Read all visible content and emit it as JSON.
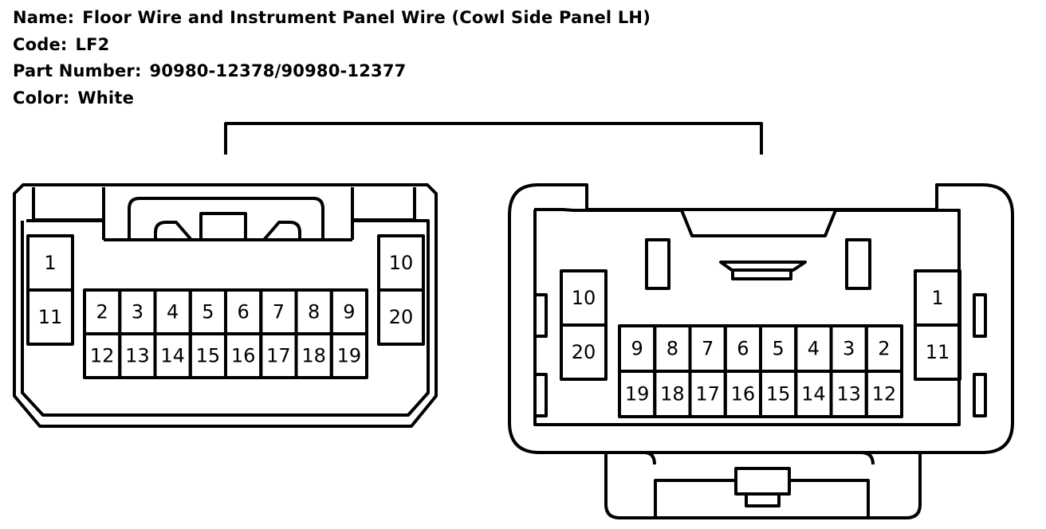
{
  "info": {
    "name_label": "Name:",
    "name_value": "Floor Wire and Instrument Panel Wire (Cowl Side Panel LH)",
    "code_label": "Code:",
    "code_value": "LF2",
    "part_label": "Part Number:",
    "part_value": "90980-12378/90980-12377",
    "color_label": "Color:",
    "color_value": "White"
  },
  "left_connector": {
    "side_pins": {
      "top_left": "1",
      "bottom_left": "11",
      "top_right": "10",
      "bottom_right": "20"
    },
    "row_top": [
      "2",
      "3",
      "4",
      "5",
      "6",
      "7",
      "8",
      "9"
    ],
    "row_bottom": [
      "12",
      "13",
      "14",
      "15",
      "16",
      "17",
      "18",
      "19"
    ]
  },
  "right_connector": {
    "side_pins": {
      "top_left": "10",
      "bottom_left": "20",
      "top_right": "1",
      "bottom_right": "11"
    },
    "row_top": [
      "9",
      "8",
      "7",
      "6",
      "5",
      "4",
      "3",
      "2"
    ],
    "row_bottom": [
      "19",
      "18",
      "17",
      "16",
      "15",
      "14",
      "13",
      "12"
    ]
  }
}
